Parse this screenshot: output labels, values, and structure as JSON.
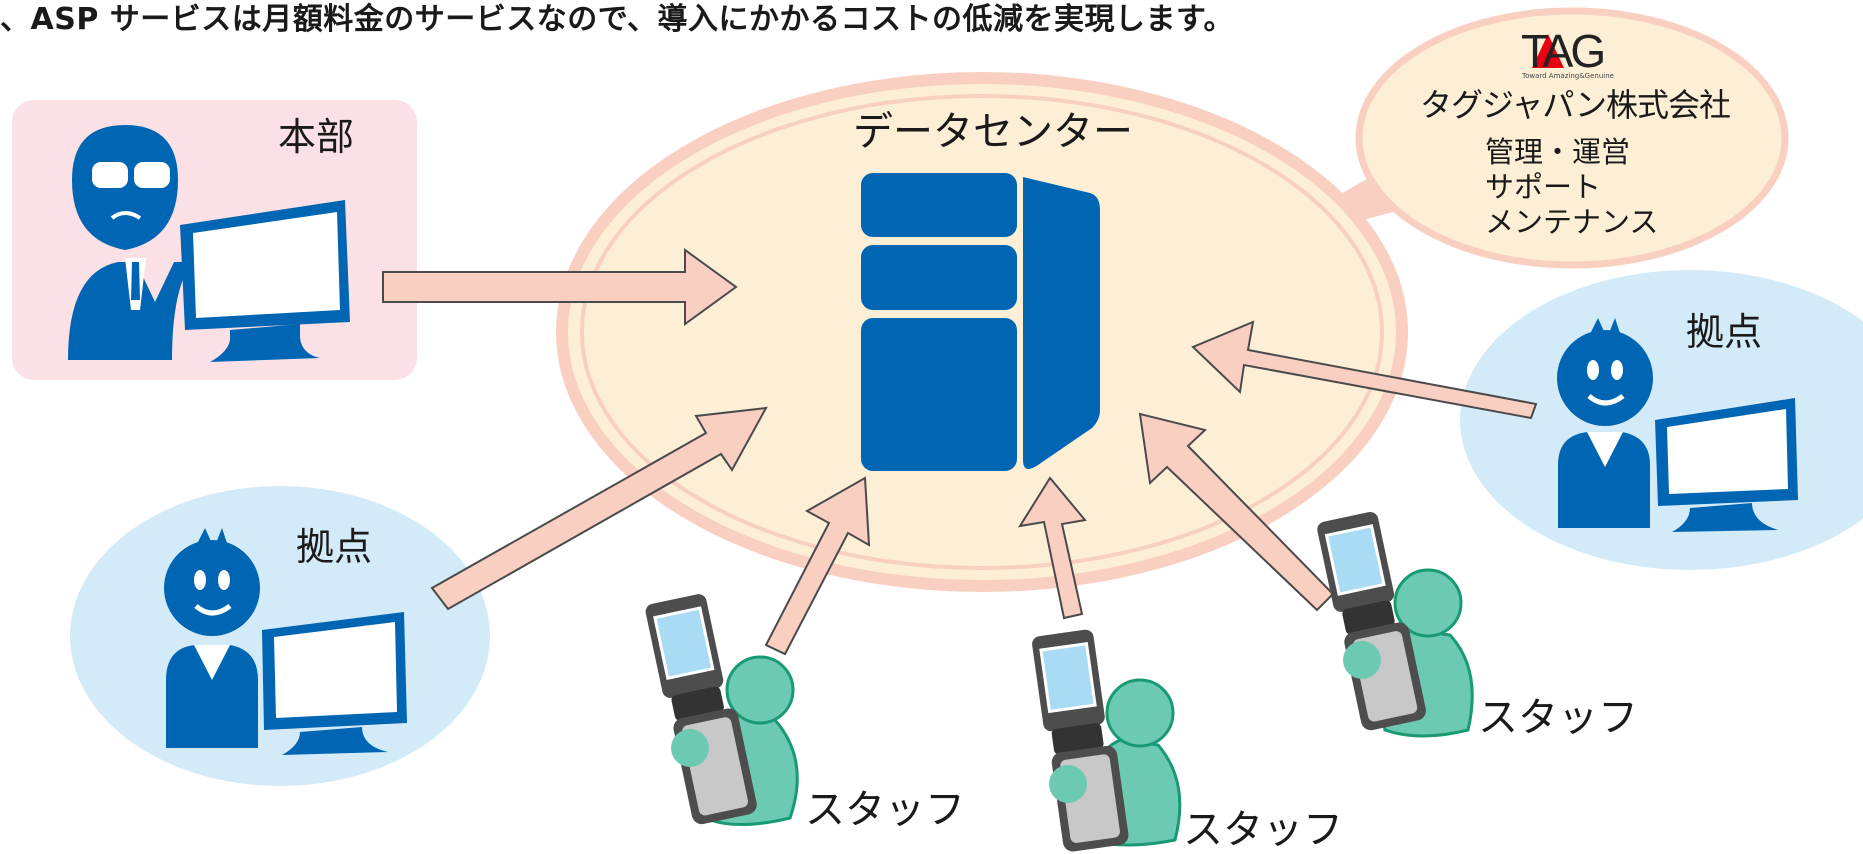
{
  "caption": "、ASP サービスは月額料金のサービスなので、導入にかかるコストの低減を実現します。",
  "headquarters": {
    "label": "本部"
  },
  "data_center": {
    "label": "データセンター"
  },
  "company": {
    "logo_text": "TAG",
    "logo_tagline": "Toward Amazing&Genuine",
    "name": "タグジャパン株式会社",
    "services": [
      "管理・運営",
      "サポート",
      "メンテナンス"
    ]
  },
  "sites": [
    {
      "label": "拠点"
    },
    {
      "label": "拠点"
    }
  ],
  "staff": [
    {
      "label": "スタッフ"
    },
    {
      "label": "スタッフ"
    },
    {
      "label": "スタッフ"
    }
  ],
  "colors": {
    "brand_blue": "#0066b3",
    "arrow_fill": "#f9cfc1",
    "ellipse_fill": "#fdefd6",
    "ellipse_ring": "#f9cfc1",
    "hq_panel": "#fbe0e5",
    "site_panel": "#d3ebf8",
    "staff_green": "#6ccab2",
    "logo_red": "#e60012"
  }
}
